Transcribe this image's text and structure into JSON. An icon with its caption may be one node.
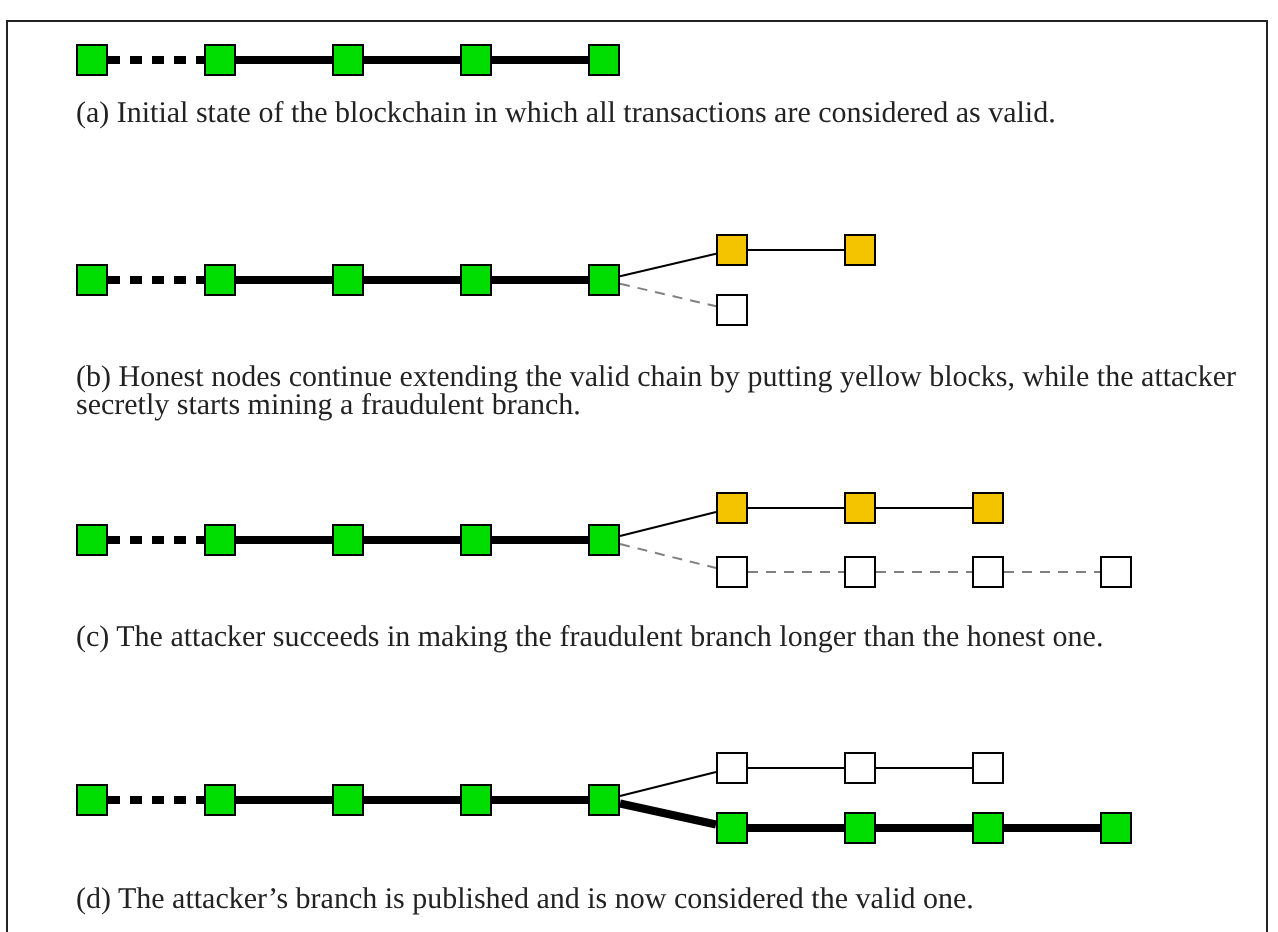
{
  "diagram": {
    "nodes": [
      {
        "text": [],
        "shape": "box"
      },
      {
        "text": [],
        "shape": "box"
      },
      {
        "text": [],
        "shape": "box"
      },
      {
        "text": [],
        "shape": "box"
      },
      {
        "text": [],
        "shape": "box"
      },
      {
        "text": [],
        "shape": "box"
      },
      {
        "text": [],
        "shape": "box"
      },
      {
        "text": [],
        "shape": "box"
      },
      {
        "text": [],
        "shape": "box"
      },
      {
        "text": [],
        "shape": "box"
      },
      {
        "text": [],
        "shape": "box"
      },
      {
        "text": [],
        "shape": "box"
      },
      {
        "text": [],
        "shape": "box"
      },
      {
        "text": [],
        "shape": "box"
      },
      {
        "text": [],
        "shape": "box"
      },
      {
        "text": [],
        "shape": "box"
      },
      {
        "text": [],
        "shape": "box"
      },
      {
        "text": [],
        "shape": "box"
      },
      {
        "text": [],
        "shape": "box"
      },
      {
        "text": [],
        "shape": "box"
      },
      {
        "text": [],
        "shape": "box"
      },
      {
        "text": [],
        "shape": "box"
      },
      {
        "text": [],
        "shape": "box"
      },
      {
        "text": [],
        "shape": "box"
      },
      {
        "text": [],
        "shape": "box"
      },
      {
        "text": [],
        "shape": "box"
      },
      {
        "text": [],
        "shape": "box"
      },
      {
        "text": [],
        "shape": "box"
      },
      {
        "text": [],
        "shape": "box"
      },
      {
        "text": [],
        "shape": "box"
      },
      {
        "text": [],
        "shape": "box"
      },
      {
        "text": [],
        "shape": "box"
      },
      {
        "text": [],
        "shape": "box"
      },
      {
        "text": [],
        "shape": "box"
      },
      {
        "text": [],
        "shape": "box"
      },
      {
        "text": [],
        "shape": "box"
      },
      {
        "text": [],
        "shape": "box"
      }
    ],
    "edges": [
      {
        "from": 0,
        "to": 1,
        "arrow": "none",
        "style": "dashed"
      },
      {
        "from": 1,
        "to": 2,
        "arrow": "none"
      },
      {
        "from": 2,
        "to": 3,
        "arrow": "none"
      },
      {
        "from": 3,
        "to": 4,
        "arrow": "none"
      },
      {
        "from": 5,
        "to": 6,
        "arrow": "none",
        "style": "dashed"
      },
      {
        "from": 6,
        "to": 7,
        "arrow": "none"
      },
      {
        "from": 7,
        "to": 8,
        "arrow": "none"
      },
      {
        "from": 8,
        "to": 9,
        "arrow": "none"
      },
      {
        "from": 9,
        "to": 10,
        "arrow": "none"
      },
      {
        "from": 10,
        "to": 11,
        "arrow": "none"
      },
      {
        "from": 9,
        "to": 12,
        "arrow": "none",
        "style": "dashed",
        "color": "#808080"
      },
      {
        "from": 13,
        "to": 14,
        "arrow": "none",
        "style": "dashed"
      },
      {
        "from": 14,
        "to": 15,
        "arrow": "none"
      },
      {
        "from": 15,
        "to": 16,
        "arrow": "none"
      },
      {
        "from": 16,
        "to": 17,
        "arrow": "none"
      },
      {
        "from": 17,
        "to": 18,
        "arrow": "none"
      },
      {
        "from": 18,
        "to": 19,
        "arrow": "none"
      },
      {
        "from": 19,
        "to": 20,
        "arrow": "none"
      },
      {
        "from": 17,
        "to": 21,
        "arrow": "none",
        "style": "dashed",
        "color": "#808080"
      },
      {
        "from": 21,
        "to": 22,
        "arrow": "none",
        "style": "dashed",
        "color": "#808080"
      },
      {
        "from": 22,
        "to": 23,
        "arrow": "none",
        "style": "dashed",
        "color": "#808080"
      },
      {
        "from": 23,
        "to": 24,
        "arrow": "none",
        "style": "dashed",
        "color": "#808080"
      },
      {
        "from": 25,
        "to": 26,
        "arrow": "none",
        "style": "dashed"
      },
      {
        "from": 26,
        "to": 27,
        "arrow": "none"
      },
      {
        "from": 27,
        "to": 28,
        "arrow": "none"
      },
      {
        "from": 28,
        "to": 29,
        "arrow": "none"
      },
      {
        "from": 29,
        "to": 30,
        "arrow": "none"
      },
      {
        "from": 30,
        "to": 31,
        "arrow": "none"
      },
      {
        "from": 31,
        "to": 32,
        "arrow": "none"
      },
      {
        "from": 29,
        "to": 33,
        "arrow": "none"
      },
      {
        "from": 33,
        "to": 34,
        "arrow": "none"
      },
      {
        "from": 34,
        "to": 35,
        "arrow": "none"
      },
      {
        "from": 35,
        "to": 36,
        "arrow": "none"
      }
    ],
    "labels": [
      "(a) Initial state of the blockchain in which all transactions are considered as valid.",
      "(b) Honest nodes continue extending the valid chain by putting yellow blocks, while the attacker secretly starts mining a fraudulent branch.",
      "(c) The attacker succeeds in making the fraudulent branch longer than the honest one.",
      "(d) The attacker’s branch is published and is now considered the valid one."
    ]
  }
}
